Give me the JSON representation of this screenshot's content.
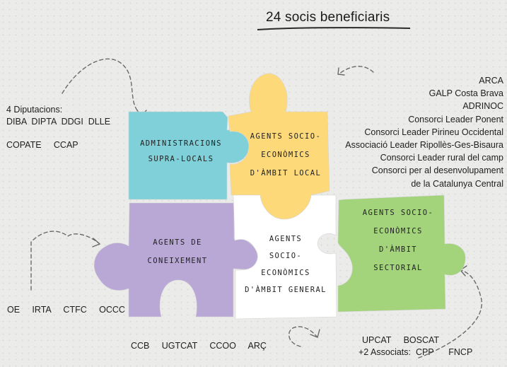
{
  "title": "24 socis beneficiaris",
  "pieces": {
    "admin": {
      "label_1": "ADMINISTRACIONS",
      "label_2": "SUPRA-LOCALS",
      "color": "#7fd0d8"
    },
    "local": {
      "label_1": "AGENTS SOCIO-",
      "label_2": "ECONÒMICS",
      "label_3": "D'ÀMBIT LOCAL",
      "color": "#fdd97a"
    },
    "coneixement": {
      "label_1": "AGENTS DE",
      "label_2": "CONEIXEMENT",
      "color": "#b9a8d6"
    },
    "general": {
      "label_1": "AGENTS",
      "label_2": "SOCIO-",
      "label_3": "ECONÒMICS",
      "label_4": "D'ÀMBIT GENERAL",
      "color": "#ffffff"
    },
    "sectorial": {
      "label_1": "AGENTS SOCIO-",
      "label_2": "ECONÒMICS",
      "label_3": "D'ÀMBIT",
      "label_4": "SECTORIAL",
      "color": "#a3d47c"
    }
  },
  "groups": {
    "diputacions": {
      "heading": "4 Diputacions:",
      "line_1": "DIBA  DIPTA  DDGI  DLLE",
      "line_2": "COPATE     CCAP"
    },
    "local_members": [
      "ARCA",
      "GALP Costa Brava",
      "ADRINOC",
      "Consorci Leader Ponent",
      "Consorci Leader Pirineu Occidental",
      "Associació Leader Ripollès-Ges-Bisaura",
      "Consorci Leader rural del camp",
      "Consorci per al desenvolupament",
      "de la Catalunya Central"
    ],
    "coneixement_members": "OE     IRTA     CTFC     OCCC",
    "general_members": "CCB     UGTCAT     CCOO     ARÇ",
    "sectorial_line_1": "UPCAT     BOSCAT",
    "sectorial_line_2": "+2 Associats:  CPP      FNCP"
  }
}
